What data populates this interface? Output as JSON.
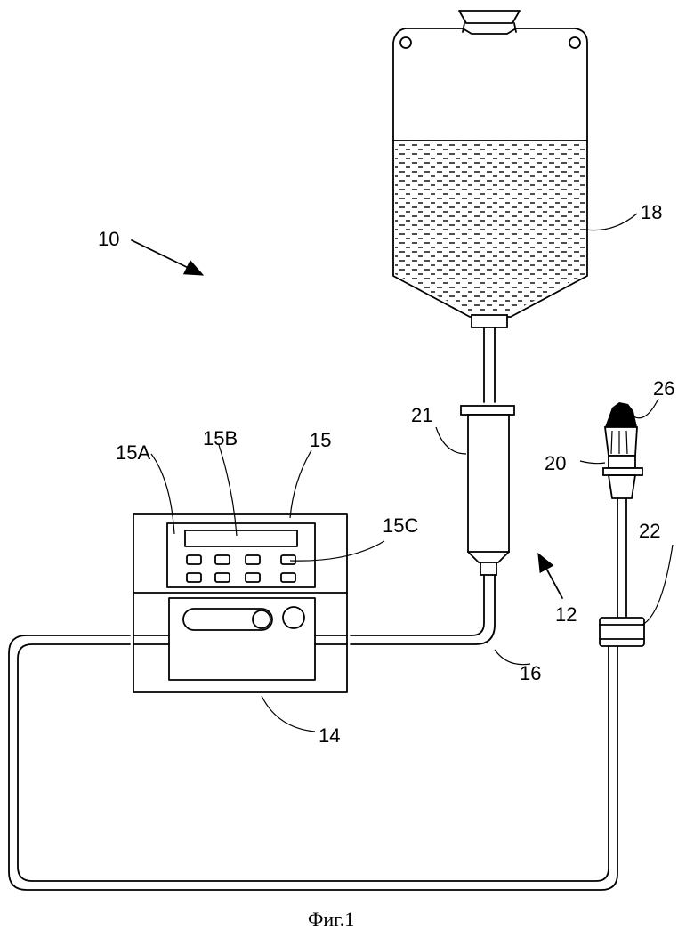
{
  "labels": {
    "system": "10",
    "assembly": "12",
    "pump": "14",
    "controller": "15",
    "controller_panel": "15A",
    "display": "15B",
    "keypad": "15C",
    "tubing": "16",
    "reservoir": "18",
    "connector": "20",
    "syringe": "21",
    "coupler": "22",
    "cap": "26"
  },
  "caption": "Фиг.1"
}
